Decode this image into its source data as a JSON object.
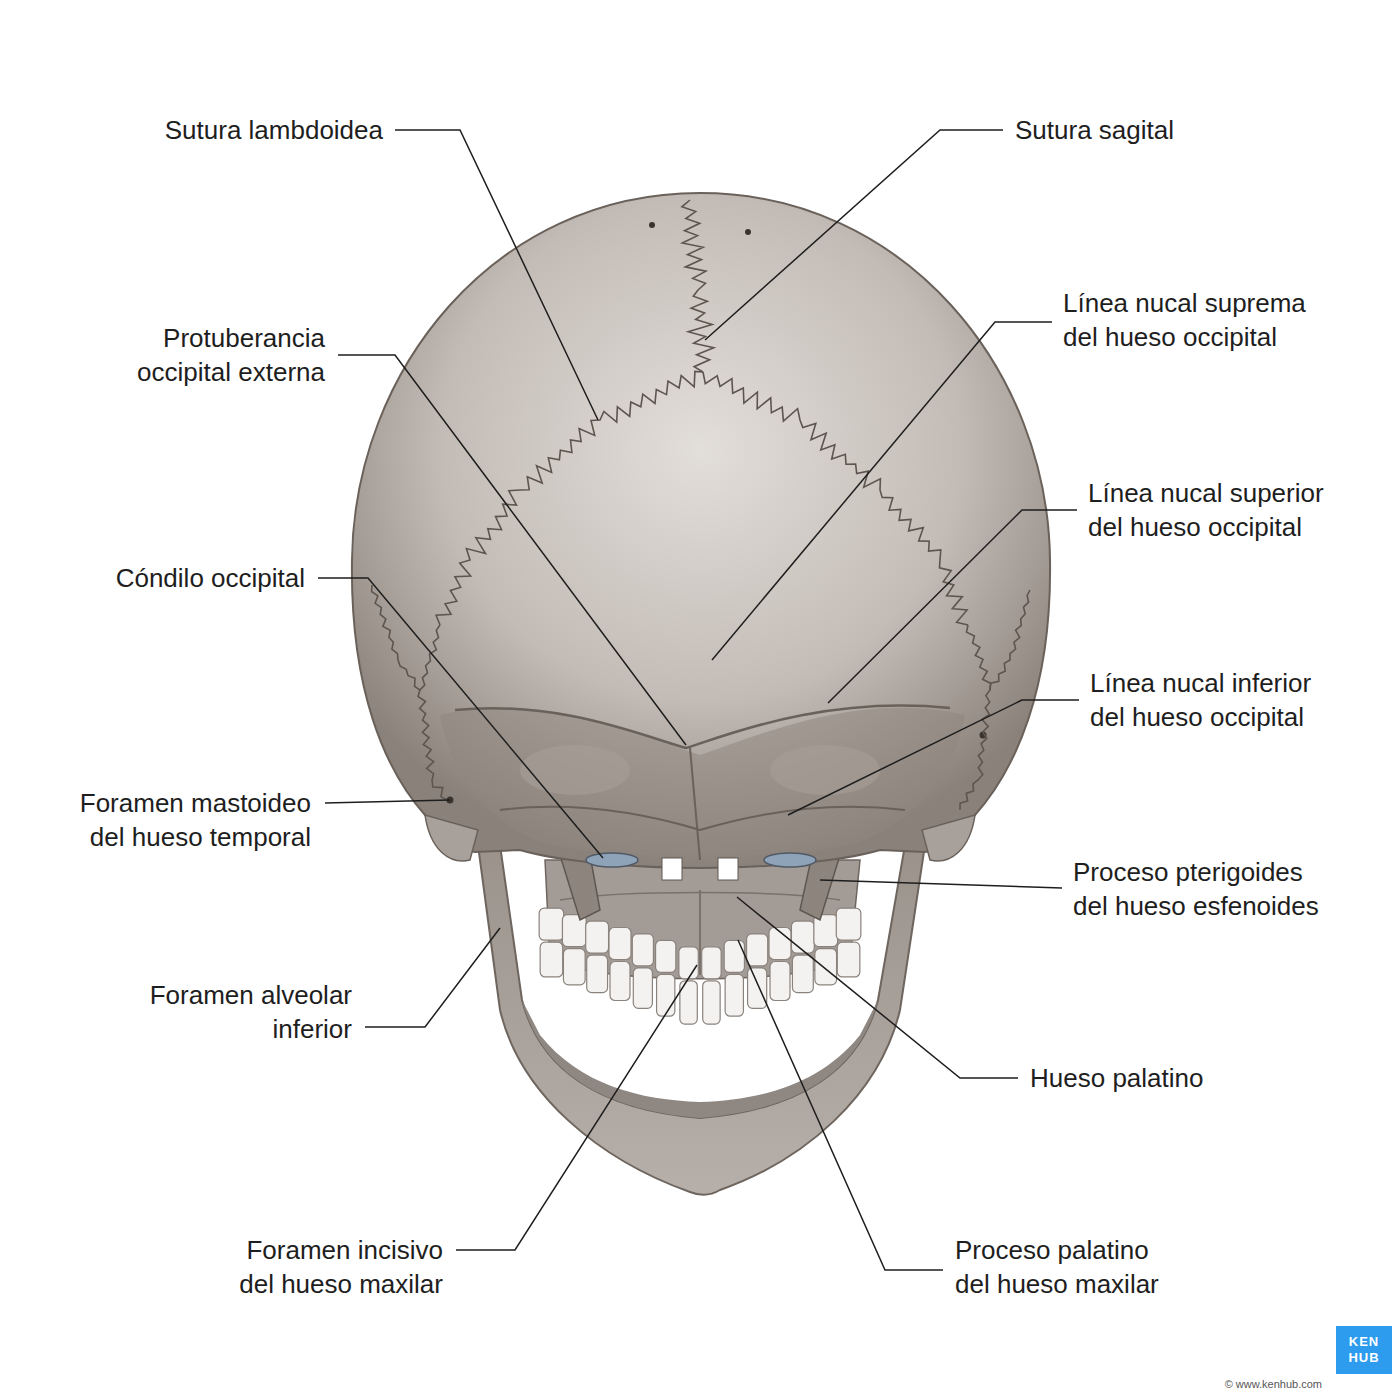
{
  "diagram": {
    "labels": [
      "Sutura lambdoidea",
      "Sutura sagital",
      "Protuberancia occipital externa",
      "Línea nucal suprema del hueso occipital",
      "Línea nucal superior del hueso occipital",
      "Cóndilo occipital",
      "Línea nucal inferior del hueso occipital",
      "Foramen mastoideo del hueso temporal",
      "Proceso pterigoides del hueso esfenoides",
      "Foramen alveolar inferior",
      "Hueso palatino",
      "Foramen incisivo del hueso maxilar",
      "Proceso palatino del hueso maxilar",
      "© www.kenhub.com",
      "KEN",
      "HUB"
    ]
  }
}
